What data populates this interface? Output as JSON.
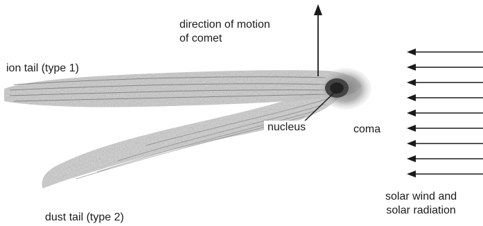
{
  "labels": {
    "direction_line1": "direction of motion",
    "direction_line2": "of comet",
    "ion_tail": "ion tail (type 1)",
    "nucleus": "nucleus",
    "coma": "coma",
    "solar_line1": "solar wind and",
    "solar_line2": "solar radiation",
    "dust_tail": "dust tail (type 2)"
  },
  "icons": {
    "motion_arrow": "up-arrow-icon",
    "solar_arrows": "left-arrow-icon"
  },
  "colors": {
    "ink": "#1a1a1a",
    "tail_fill": "#bdbdbd",
    "nucleus_fill": "#2b2b2b"
  },
  "solar_arrow_count": 9
}
